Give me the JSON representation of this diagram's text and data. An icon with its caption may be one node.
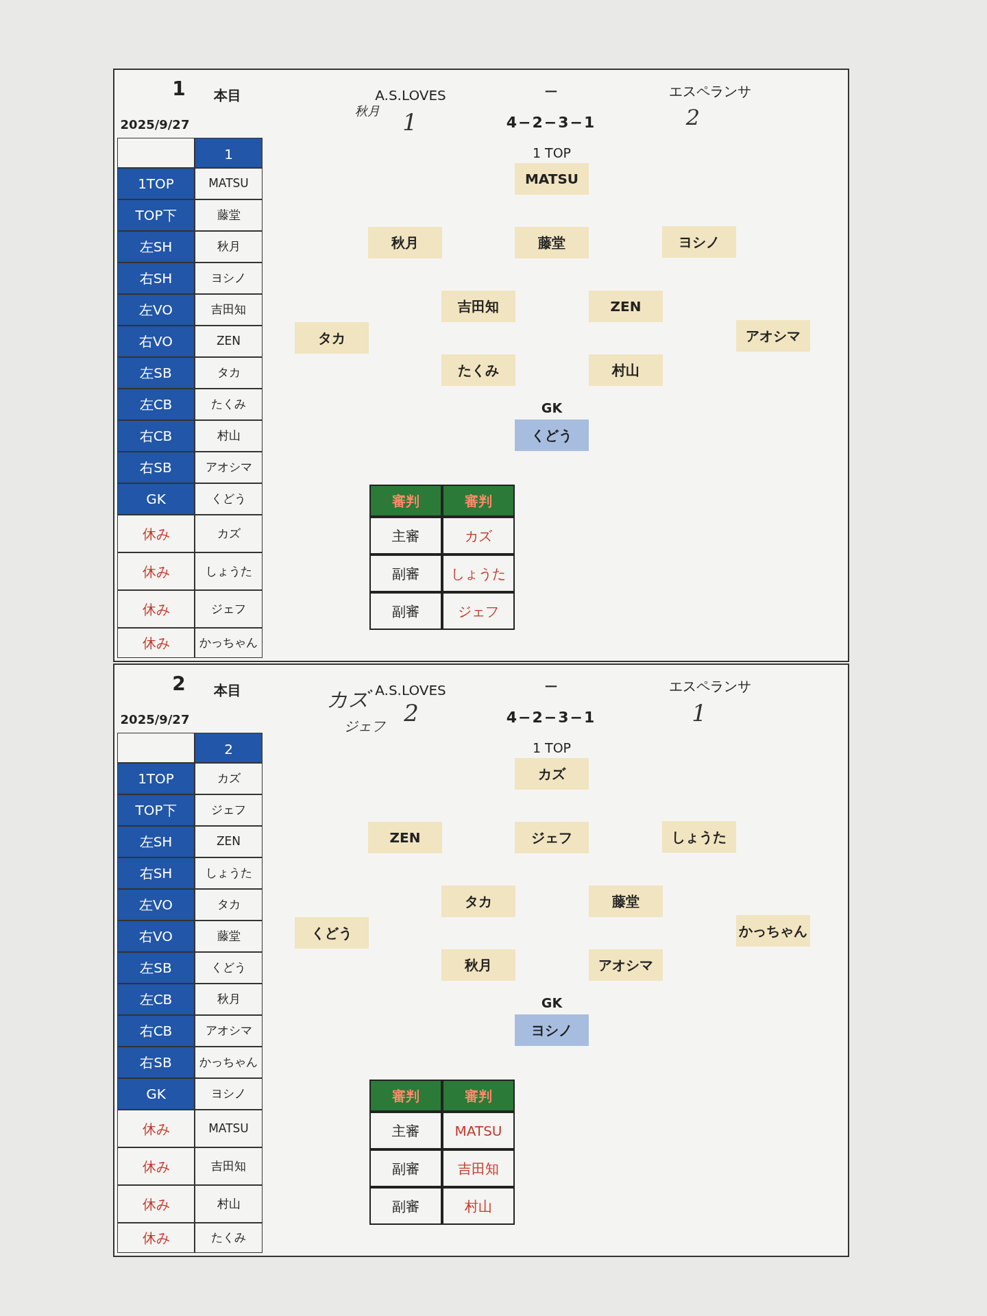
{
  "diagram": {
    "nodes": [
      {
        "text": [
          "1",
          "本目",
          "2025/9/27",
          "A.S.LOVES",
          "ー",
          "4−2−3−1",
          "エスペランサ",
          "1 TOP",
          "GK"
        ]
      },
      {
        "text": [
          "1",
          "1TOP",
          "MATSU",
          "TOP下",
          "藤堂",
          "左SH",
          "秋月",
          "右SH",
          "ヨシノ",
          "左VO",
          "吉田知",
          "右VO",
          "ZEN",
          "左SB",
          "タカ",
          "左CB",
          "たくみ",
          "右CB",
          "村山",
          "右SB",
          "アオシマ",
          "GK",
          "くどう",
          "休み",
          "カズ",
          "休み",
          "しょうた",
          "休み",
          "ジェフ",
          "休み",
          "かっちゃん"
        ],
        "in": 0
      },
      {
        "text": [
          "MATSU"
        ],
        "in": 0
      },
      {
        "text": [
          "秋月"
        ],
        "in": 0
      },
      {
        "text": [
          "藤堂"
        ],
        "in": 0
      },
      {
        "text": [
          "ヨシノ"
        ],
        "in": 0
      },
      {
        "text": [
          "吉田知"
        ],
        "in": 0
      },
      {
        "text": [
          "ZEN"
        ],
        "in": 0
      },
      {
        "text": [
          "タカ"
        ],
        "in": 0
      },
      {
        "text": [
          "アオシマ"
        ],
        "in": 0
      },
      {
        "text": [
          "たくみ"
        ],
        "in": 0
      },
      {
        "text": [
          "村山"
        ],
        "in": 0
      },
      {
        "text": [
          "くどう"
        ],
        "in": 0
      },
      {
        "text": [
          "審判",
          "審判",
          "主審",
          "カズ",
          "副審",
          "しょうた",
          "副審",
          "ジェフ"
        ],
        "in": 0
      },
      {
        "text": [
          "2",
          "本目",
          "2025/9/27",
          "A.S.LOVES",
          "ー",
          "4−2−3−1",
          "エスペランサ",
          "1 TOP",
          "GK"
        ]
      },
      {
        "text": [
          "2",
          "1TOP",
          "カズ",
          "TOP下",
          "ジェフ",
          "左SH",
          "ZEN",
          "右SH",
          "しょうた",
          "左VO",
          "タカ",
          "右VO",
          "藤堂",
          "左SB",
          "くどう",
          "左CB",
          "秋月",
          "右CB",
          "アオシマ",
          "右SB",
          "かっちゃん",
          "GK",
          "ヨシノ",
          "休み",
          "MATSU",
          "休み",
          "吉田知",
          "休み",
          "村山",
          "休み",
          "たくみ"
        ],
        "in": 14
      },
      {
        "text": [
          "カズ"
        ],
        "in": 14
      },
      {
        "text": [
          "ZEN"
        ],
        "in": 14
      },
      {
        "text": [
          "ジェフ"
        ],
        "in": 14
      },
      {
        "text": [
          "しょうた"
        ],
        "in": 14
      },
      {
        "text": [
          "タカ"
        ],
        "in": 14
      },
      {
        "text": [
          "藤堂"
        ],
        "in": 14
      },
      {
        "text": [
          "くどう"
        ],
        "in": 14
      },
      {
        "text": [
          "かっちゃん"
        ],
        "in": 14
      },
      {
        "text": [
          "秋月"
        ],
        "in": 14
      },
      {
        "text": [
          "アオシマ"
        ],
        "in": 14
      },
      {
        "text": [
          "ヨシノ"
        ],
        "in": 14
      },
      {
        "text": [
          "審判",
          "審判",
          "主審",
          "MATSU",
          "副審",
          "吉田知",
          "副審",
          "村山"
        ],
        "in": 14
      }
    ],
    "labels": [
      "秋月",
      "1",
      "2",
      "カズ",
      "ジェフ",
      "2",
      "1"
    ]
  }
}
